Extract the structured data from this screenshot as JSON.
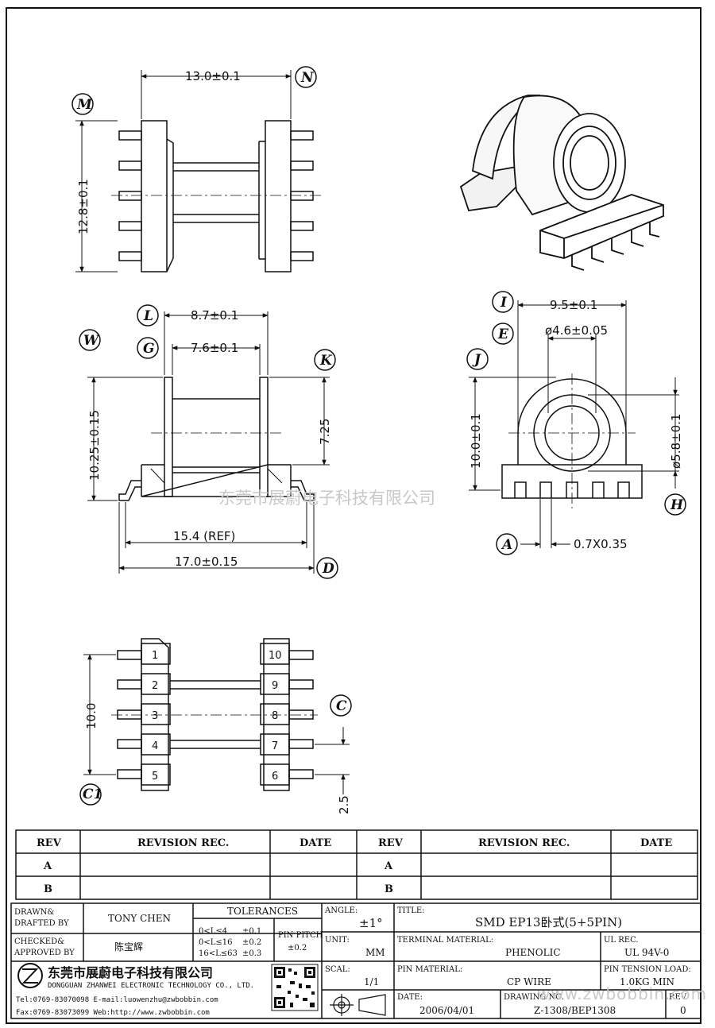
{
  "dimensions": {
    "top_width": "13.0±0.1",
    "top_height": "12.8±0.1",
    "side_l": "8.7±0.1",
    "side_g": "7.6±0.1",
    "side_h_left": "10.25±0.15",
    "side_h_right": "7.25",
    "side_ref": "15.4 (REF)",
    "side_total": "17.0±0.15",
    "front_i": "9.5±0.1",
    "front_e": "ø4.6±0.05",
    "front_j": "10.0±0.1",
    "front_dia": "ø5.8±0.1",
    "front_pin": "0.7X0.35",
    "bottom_h": "10.0",
    "bottom_pitch": "2.5"
  },
  "callouts": [
    "M",
    "N",
    "L",
    "W",
    "G",
    "K",
    "I",
    "E",
    "J",
    "H",
    "A",
    "D",
    "C",
    "C1"
  ],
  "pins": [
    "1",
    "2",
    "3",
    "4",
    "5",
    "6",
    "7",
    "8",
    "9",
    "10"
  ],
  "watermark": "东莞市展蔚电子科技有限公司",
  "revision": {
    "headers": [
      "REV",
      "REVISION REC.",
      "DATE",
      "REV",
      "REVISION REC.",
      "DATE"
    ],
    "rows": [
      "A",
      "B"
    ]
  },
  "title_block": {
    "drawn_label": "DRAWN&\nDRAFTED BY",
    "drawn_label_1": "DRAWN&",
    "drawn_label_2": "DRAFTED BY",
    "drawn_value": "TONY CHEN",
    "checked_label_1": "CHECKED&",
    "checked_label_2": "APPROVED BY",
    "checked_value": "陈宝辉",
    "tolerances_label": "TOLERANCES",
    "tol_rows": [
      {
        "range": "0<L≤4",
        "tol": "±0.1"
      },
      {
        "range": "0<L≤16",
        "tol": "±0.2"
      },
      {
        "range": "16<L≤63",
        "tol": "±0.3"
      }
    ],
    "pin_pitch_label": "PIN PITCH",
    "pin_pitch_value": "±0.2",
    "angle_label": "ANGLE:",
    "angle_value": "±1°",
    "unit_label": "UNIT:",
    "unit_value": "MM",
    "scale_label": "SCAL:",
    "scale_value": "1/1",
    "title_label": "TITLE:",
    "title_value": "SMD EP13卧式(5+5PIN)",
    "terminal_label": "TERMINAL MATERIAL:",
    "terminal_value": "PHENOLIC",
    "ul_label": "UL REC.",
    "ul_value": "UL 94V-0",
    "pin_material_label": "PIN MATERIAL:",
    "pin_material_value": "CP WIRE",
    "tension_label": "PIN TENSION LOAD:",
    "tension_value": "1.0KG MIN",
    "date_label": "DATE:",
    "date_value": "2006/04/01",
    "drawing_label": "DRAWING NO.",
    "drawing_value": "Z-1308/BEP1308",
    "rev_label": "REV.",
    "rev_value": "0",
    "company_cn": "东莞市展蔚电子科技有限公司",
    "company_en": "DONGGUAN ZHANWEI ELECTRONIC TECHNOLOGY CO., LTD.",
    "contact_1": "Tel:0769-83070098 E-mail:luowenzhu@zwbobbin.com",
    "contact_2": "Fax:0769-83073099   Web:http://www.zwbobbin.com",
    "url_watermark": "www.zwbobbin.com"
  },
  "colors": {
    "line": "#111111",
    "watermark": "#c8c8c8"
  }
}
